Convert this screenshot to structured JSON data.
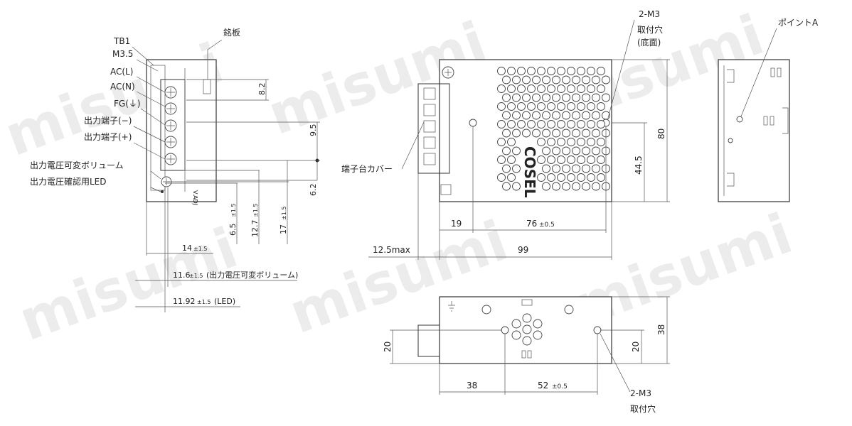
{
  "watermark": "misumi",
  "left_view": {
    "labels": [
      {
        "key": "tb1",
        "text": "TB1"
      },
      {
        "key": "m35",
        "text": "M3.5"
      },
      {
        "key": "acl",
        "text": "AC(L)"
      },
      {
        "key": "acn",
        "text": "AC(N)"
      },
      {
        "key": "fg",
        "text": "FG(⏚)"
      },
      {
        "key": "out_minus",
        "text": "出力端子(−)"
      },
      {
        "key": "out_plus",
        "text": "出力端子(+)"
      },
      {
        "key": "volume",
        "text": "出力電圧可変ボリューム"
      },
      {
        "key": "led",
        "text": "出力電圧確認用LED"
      }
    ],
    "nameplate": "銘板",
    "vadj": "V.ADJ",
    "dims_vertical": [
      "8.2",
      "9.5",
      "6.2",
      "6.5",
      "12.7",
      "17"
    ],
    "tol": "±1.5",
    "dim_14": "14",
    "dim_116": "11.6",
    "dim_116_note": "(出力電圧可変ボリューム)",
    "dim_1192": "11.92",
    "dim_1192_note": "(LED)"
  },
  "front_view": {
    "hole_label": "2-M3",
    "hole_label2": "取付穴",
    "hole_label3": "(底面)",
    "cover_label": "端子台カバー",
    "logo": "COSEL",
    "dim_80": "80",
    "dim_445": "44.5",
    "dim_19": "19",
    "dim_76": "76",
    "dim_76_tol": "±0.5",
    "dim_125": "12.5max",
    "dim_99": "99"
  },
  "right_view": {
    "point_label": "ポイントA"
  },
  "bottom_view": {
    "dim_20_left": "20",
    "dim_20_right": "20",
    "dim_38_height": "38",
    "dim_38": "38",
    "dim_52": "52",
    "dim_52_tol": "±0.5",
    "hole_label": "2-M3",
    "hole_label2": "取付穴"
  }
}
